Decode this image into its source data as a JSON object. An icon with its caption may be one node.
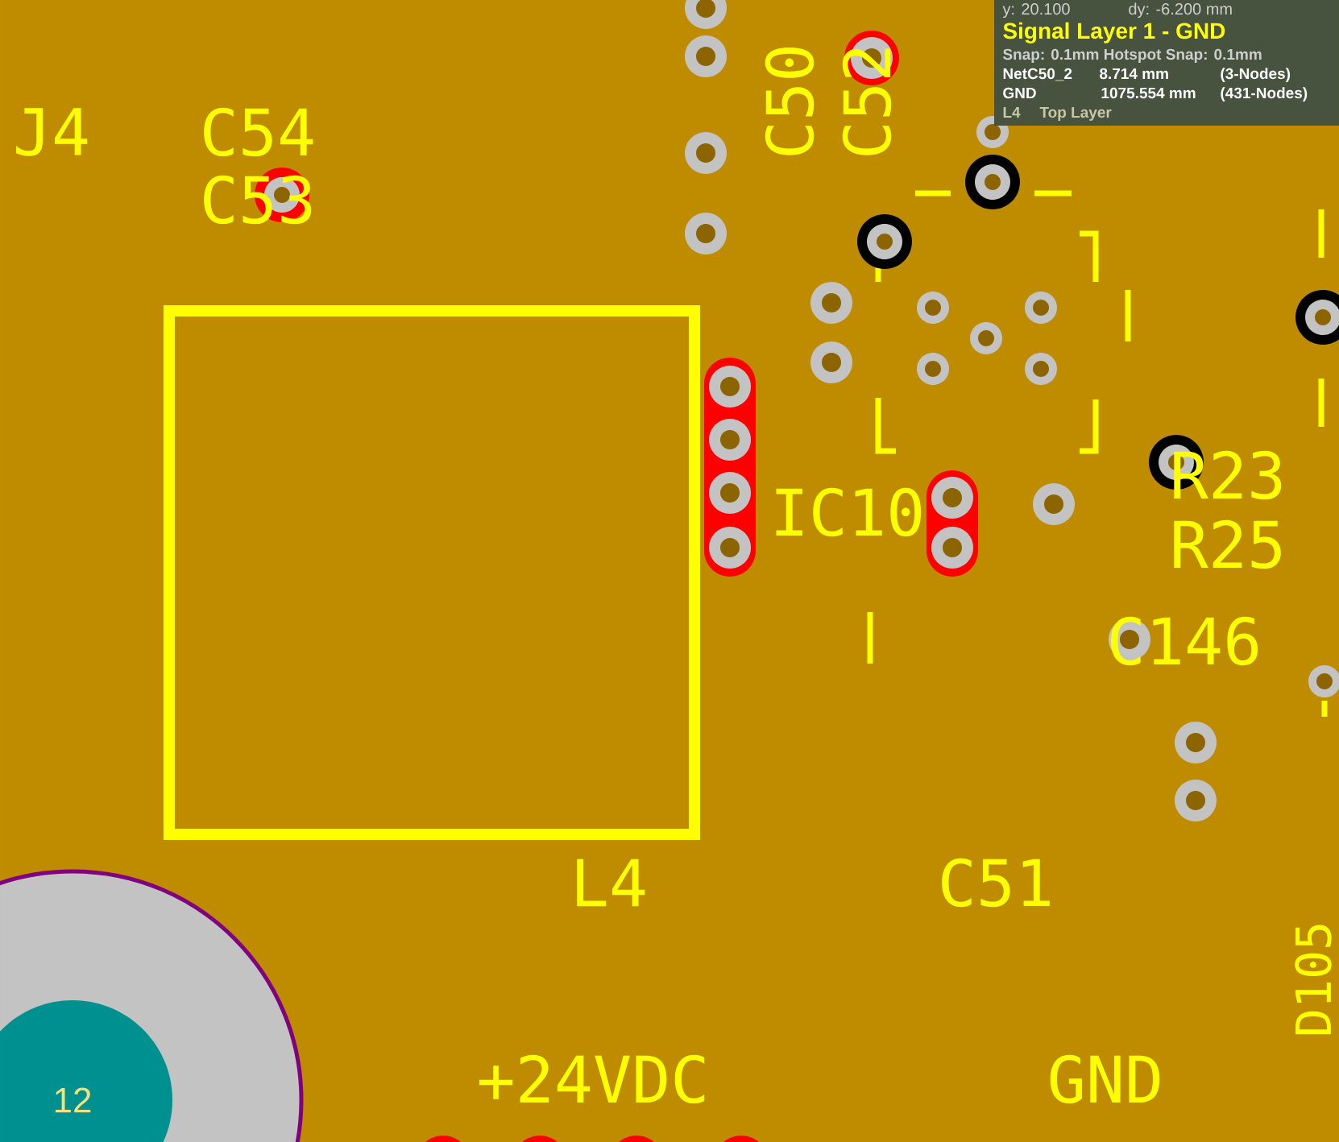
{
  "diagram": {
    "labels": [
      "y: 20.100",
      "dy: -6.200 mm",
      "Signal Layer 1 - GND",
      "Snap: 0.1mm Hotspot Snap: 0.1mm",
      "NetC50_2",
      "8.714 mm",
      "(3-Nodes)",
      "GND",
      "1075.554 mm",
      "(431-Nodes)",
      "L4",
      "Top Layer",
      "J4",
      "C54",
      "C50",
      "C52",
      "C53",
      "IC10",
      "R23",
      "R25",
      "C146",
      "L4",
      "C51",
      "D105",
      "12",
      "+24VDC",
      "GND"
    ]
  }
}
